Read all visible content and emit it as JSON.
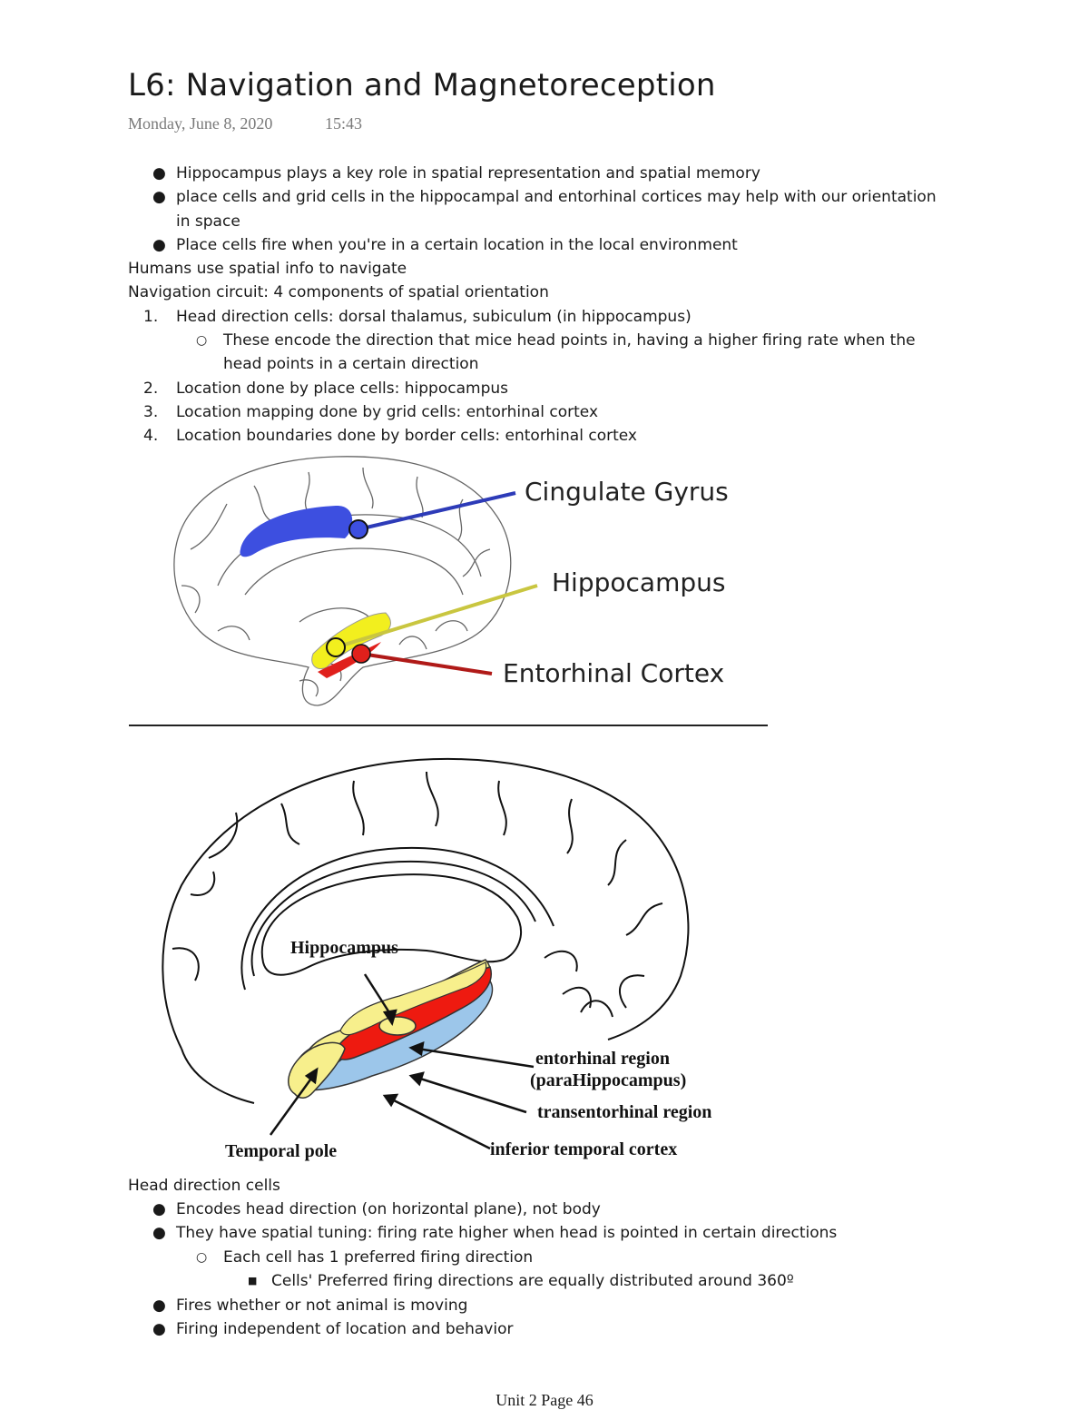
{
  "page": {
    "title": "L6: Navigation and Magnetoreception",
    "date": "Monday, June 8, 2020",
    "time": "15:43"
  },
  "notes": {
    "b1": "Hippocampus plays a key role in spatial representation and spatial memory",
    "b2a": "place cells and grid cells in the hippocampal and entorhinal cortices may help with our orientation",
    "b2b": "in space",
    "b3": "Place cells fire when you're in a certain location in the local environment",
    "p1": "Humans use spatial info to navigate",
    "p2": "Navigation circuit: 4 components of spatial orientation",
    "n1": "Head direction cells: dorsal thalamus, subiculum (in hippocampus)",
    "n1_sub_a": "These encode the direction that mice head points in, having a higher firing rate when the",
    "n1_sub_b": "head points in a certain direction",
    "n2": "Location done by place cells: hippocampus",
    "n3": "Location mapping done by grid cells: entorhinal cortex",
    "n4": "Location boundaries done by border cells: entorhinal cortex"
  },
  "figure1": {
    "label_cingulate": "Cingulate Gyrus",
    "label_hippocampus": "Hippocampus",
    "label_entorhinal": "Entorhinal Cortex",
    "colors": {
      "cingulate": "#3d4fe0",
      "hippocampus": "#f2ef1e",
      "entorhinal": "#e0201c"
    }
  },
  "figure2": {
    "label_hippocampus": "Hippocampus",
    "label_entorhinal_1": "entorhinal region",
    "label_entorhinal_2": "(paraHippocampus)",
    "label_transentorhinal": "transentorhinal region",
    "label_inferior": "inferior temporal cortex",
    "label_temporal_pole": "Temporal pole",
    "colors": {
      "red": "#ee1a10",
      "yellow": "#f7ef8c",
      "blue": "#9cc6ea"
    }
  },
  "section2": {
    "heading": "Head direction cells",
    "b1": "Encodes head direction (on horizontal plane), not body",
    "b2": "They have spatial tuning: firing rate higher when head is pointed in certain directions",
    "b2_sub": "Each cell has 1 preferred firing direction",
    "b2_subsub": "Cells' Preferred firing directions are equally distributed around 360º",
    "b3": "Fires whether or not animal is moving",
    "b4": "Firing independent of location and behavior"
  },
  "footer": {
    "text": "Unit 2 Page 46"
  }
}
